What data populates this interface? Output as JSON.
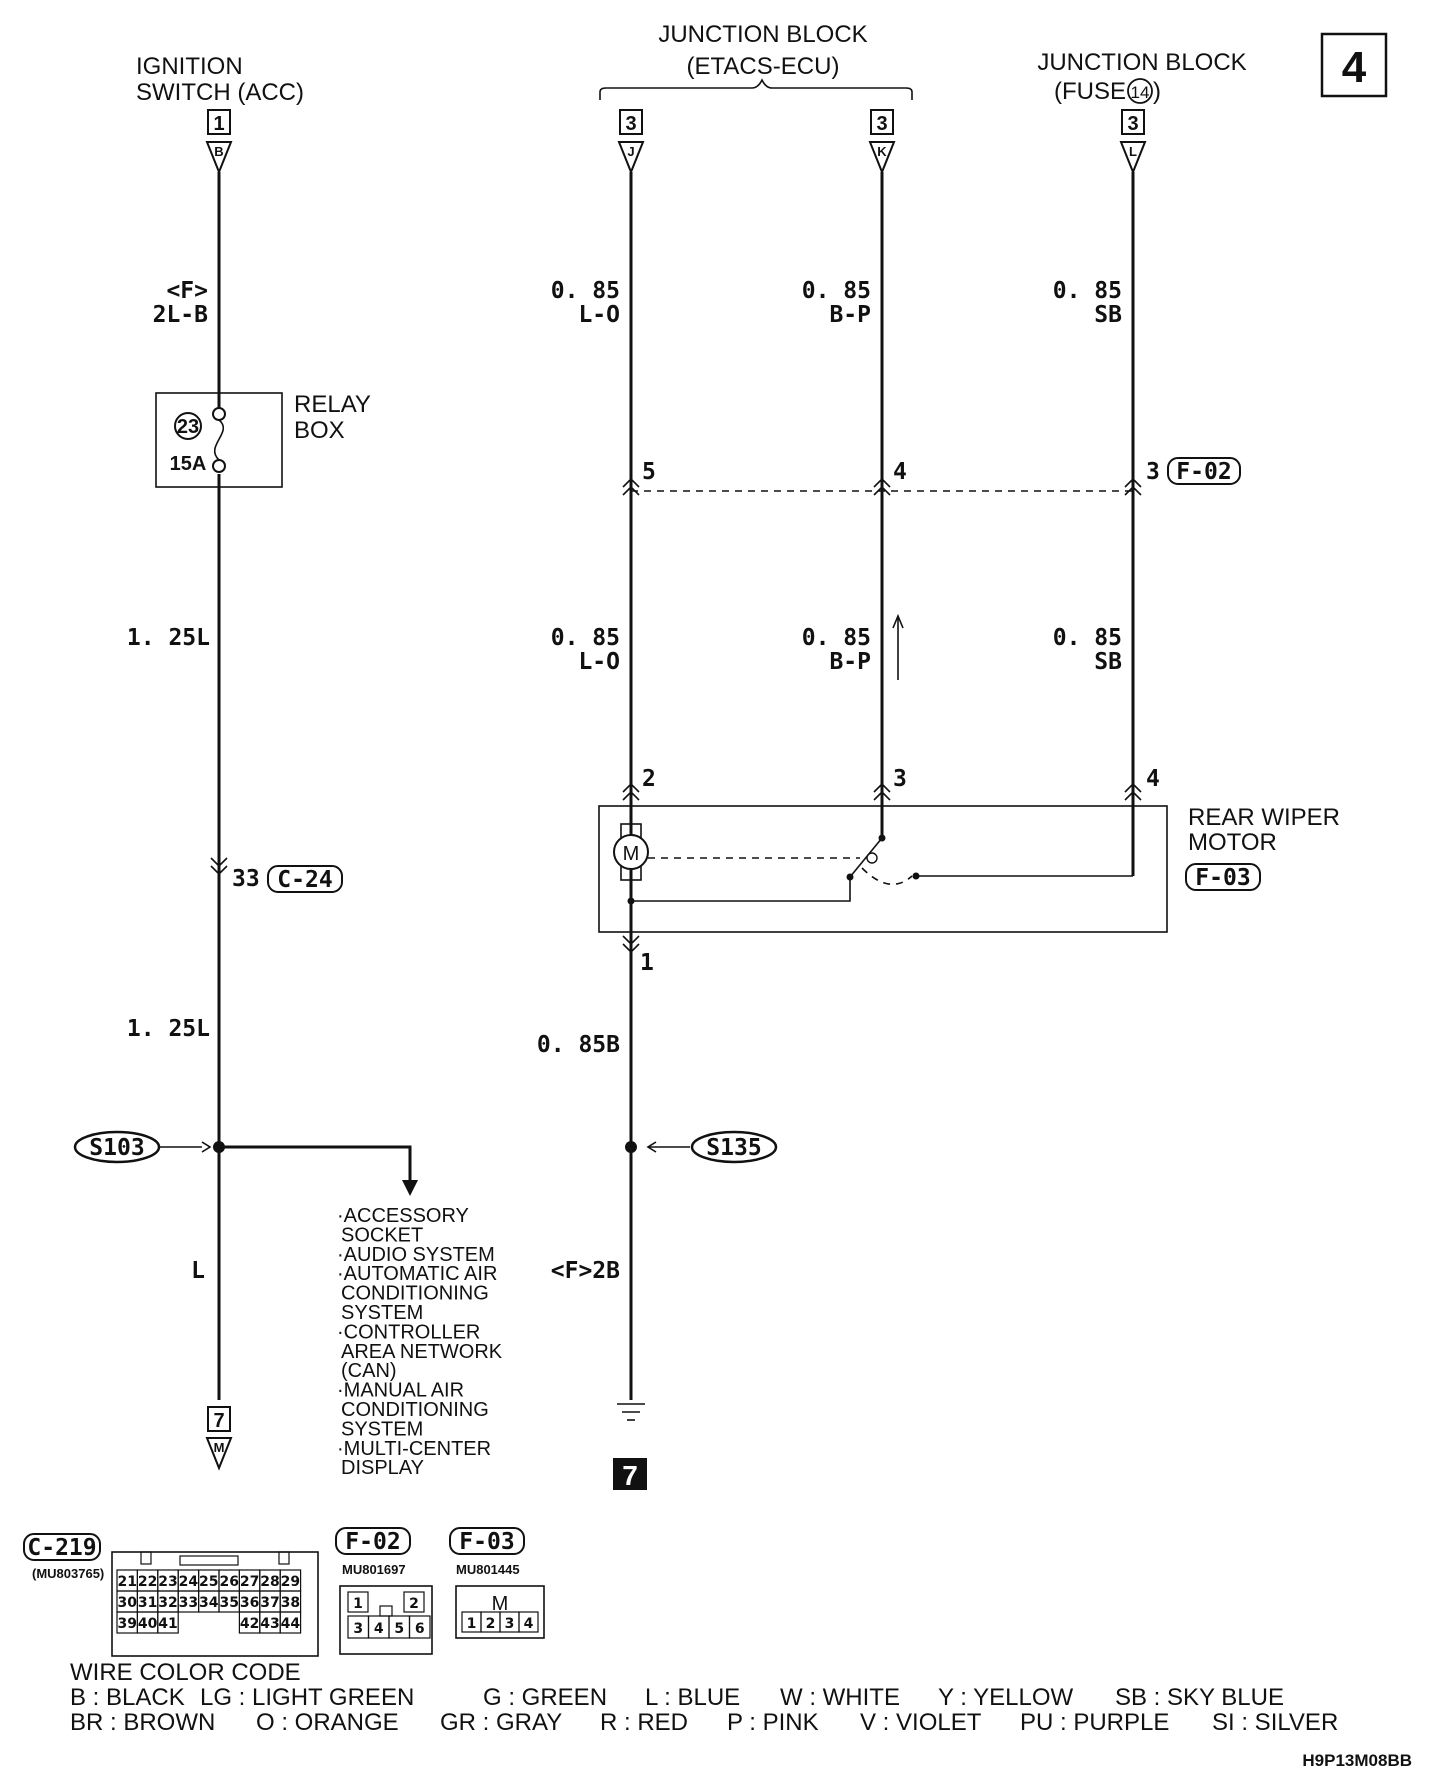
{
  "sheet_number": "4",
  "drawing_id": "H9P13M08BB",
  "ignition": {
    "title_1": "IGNITION",
    "title_2": "SWITCH (ACC)",
    "connector_num": "1",
    "terminal": "B",
    "wire_1a": "<F>",
    "wire_1b": "2L-B",
    "relay_box_1": "RELAY",
    "relay_box_2": "BOX",
    "fuse_num": "23",
    "fuse_rating": "15A",
    "wire_2": "1. 25L",
    "conn_pin": "33",
    "conn_id": "C-24",
    "wire_3": "1. 25L",
    "splice": "S103",
    "wire_4": "L",
    "end_connector_num": "7",
    "end_terminal": "M"
  },
  "accessory_list": [
    "·ACCESSORY",
    "SOCKET",
    "·AUDIO SYSTEM",
    "·AUTOMATIC AIR",
    "CONDITIONING",
    "SYSTEM",
    "·CONTROLLER",
    "AREA NETWORK",
    "(CAN)",
    "·MANUAL AIR",
    "CONDITIONING",
    "SYSTEM",
    "·MULTI-CENTER",
    "DISPLAY"
  ],
  "junction_etacs": {
    "title_1": "JUNCTION BLOCK",
    "title_2": "(ETACS-ECU)",
    "col_j": {
      "conn": "3",
      "terminal": "J",
      "gauge_a": "0. 85",
      "color_a": "L-O",
      "pin_mid": "5",
      "gauge_b": "0. 85",
      "color_b": "L-O",
      "pin_motor": "2"
    },
    "col_k": {
      "conn": "3",
      "terminal": "K",
      "gauge_a": "0. 85",
      "color_a": "B-P",
      "pin_mid": "4",
      "gauge_b": "0. 85",
      "color_b": "B-P",
      "pin_motor": "3"
    }
  },
  "junction_fuse": {
    "title_1": "JUNCTION BLOCK",
    "title_2a": "(FUSE",
    "fuse_num": "14",
    "title_2b": ")",
    "conn": "3",
    "terminal": "L",
    "gauge_a": "0. 85",
    "color_a": "SB",
    "pin_mid": "3",
    "conn_id": "F-02",
    "gauge_b": "0. 85",
    "color_b": "SB",
    "pin_motor": "4"
  },
  "motor": {
    "label_1": "REAR WIPER",
    "label_2": "MOTOR",
    "conn_id": "F-03",
    "symbol": "M",
    "pin_out": "1",
    "wire_out": "0. 85B",
    "splice": "S135",
    "wire_ground": "<F>2B",
    "ground_num": "7"
  },
  "connectors": {
    "c219": {
      "id": "C-219",
      "part": "(MU803765)",
      "row1": [
        "21",
        "22",
        "23",
        "24",
        "25",
        "26",
        "27",
        "28",
        "29"
      ],
      "row2": [
        "30",
        "31",
        "32",
        "33",
        "34",
        "35",
        "36",
        "37",
        "38"
      ],
      "row3a": [
        "39",
        "40",
        "41"
      ],
      "row3b": [
        "42",
        "43",
        "44"
      ]
    },
    "f02": {
      "id": "F-02",
      "part": "MU801697",
      "top": [
        "1",
        "2"
      ],
      "bottom": [
        "3",
        "4",
        "5",
        "6"
      ]
    },
    "f03": {
      "id": "F-03",
      "part": "MU801445",
      "symbol": "M",
      "pins": [
        "1",
        "2",
        "3",
        "4"
      ]
    }
  },
  "color_code": {
    "title": "WIRE COLOR CODE",
    "row1": [
      "B : BLACK",
      "LG : LIGHT GREEN",
      "G : GREEN",
      "L : BLUE",
      "W : WHITE",
      "Y : YELLOW",
      "SB : SKY BLUE"
    ],
    "row2": [
      "BR : BROWN",
      "O : ORANGE",
      "GR : GRAY",
      "R : RED",
      "P : PINK",
      "V : VIOLET",
      "PU : PURPLE",
      "SI : SILVER"
    ]
  }
}
